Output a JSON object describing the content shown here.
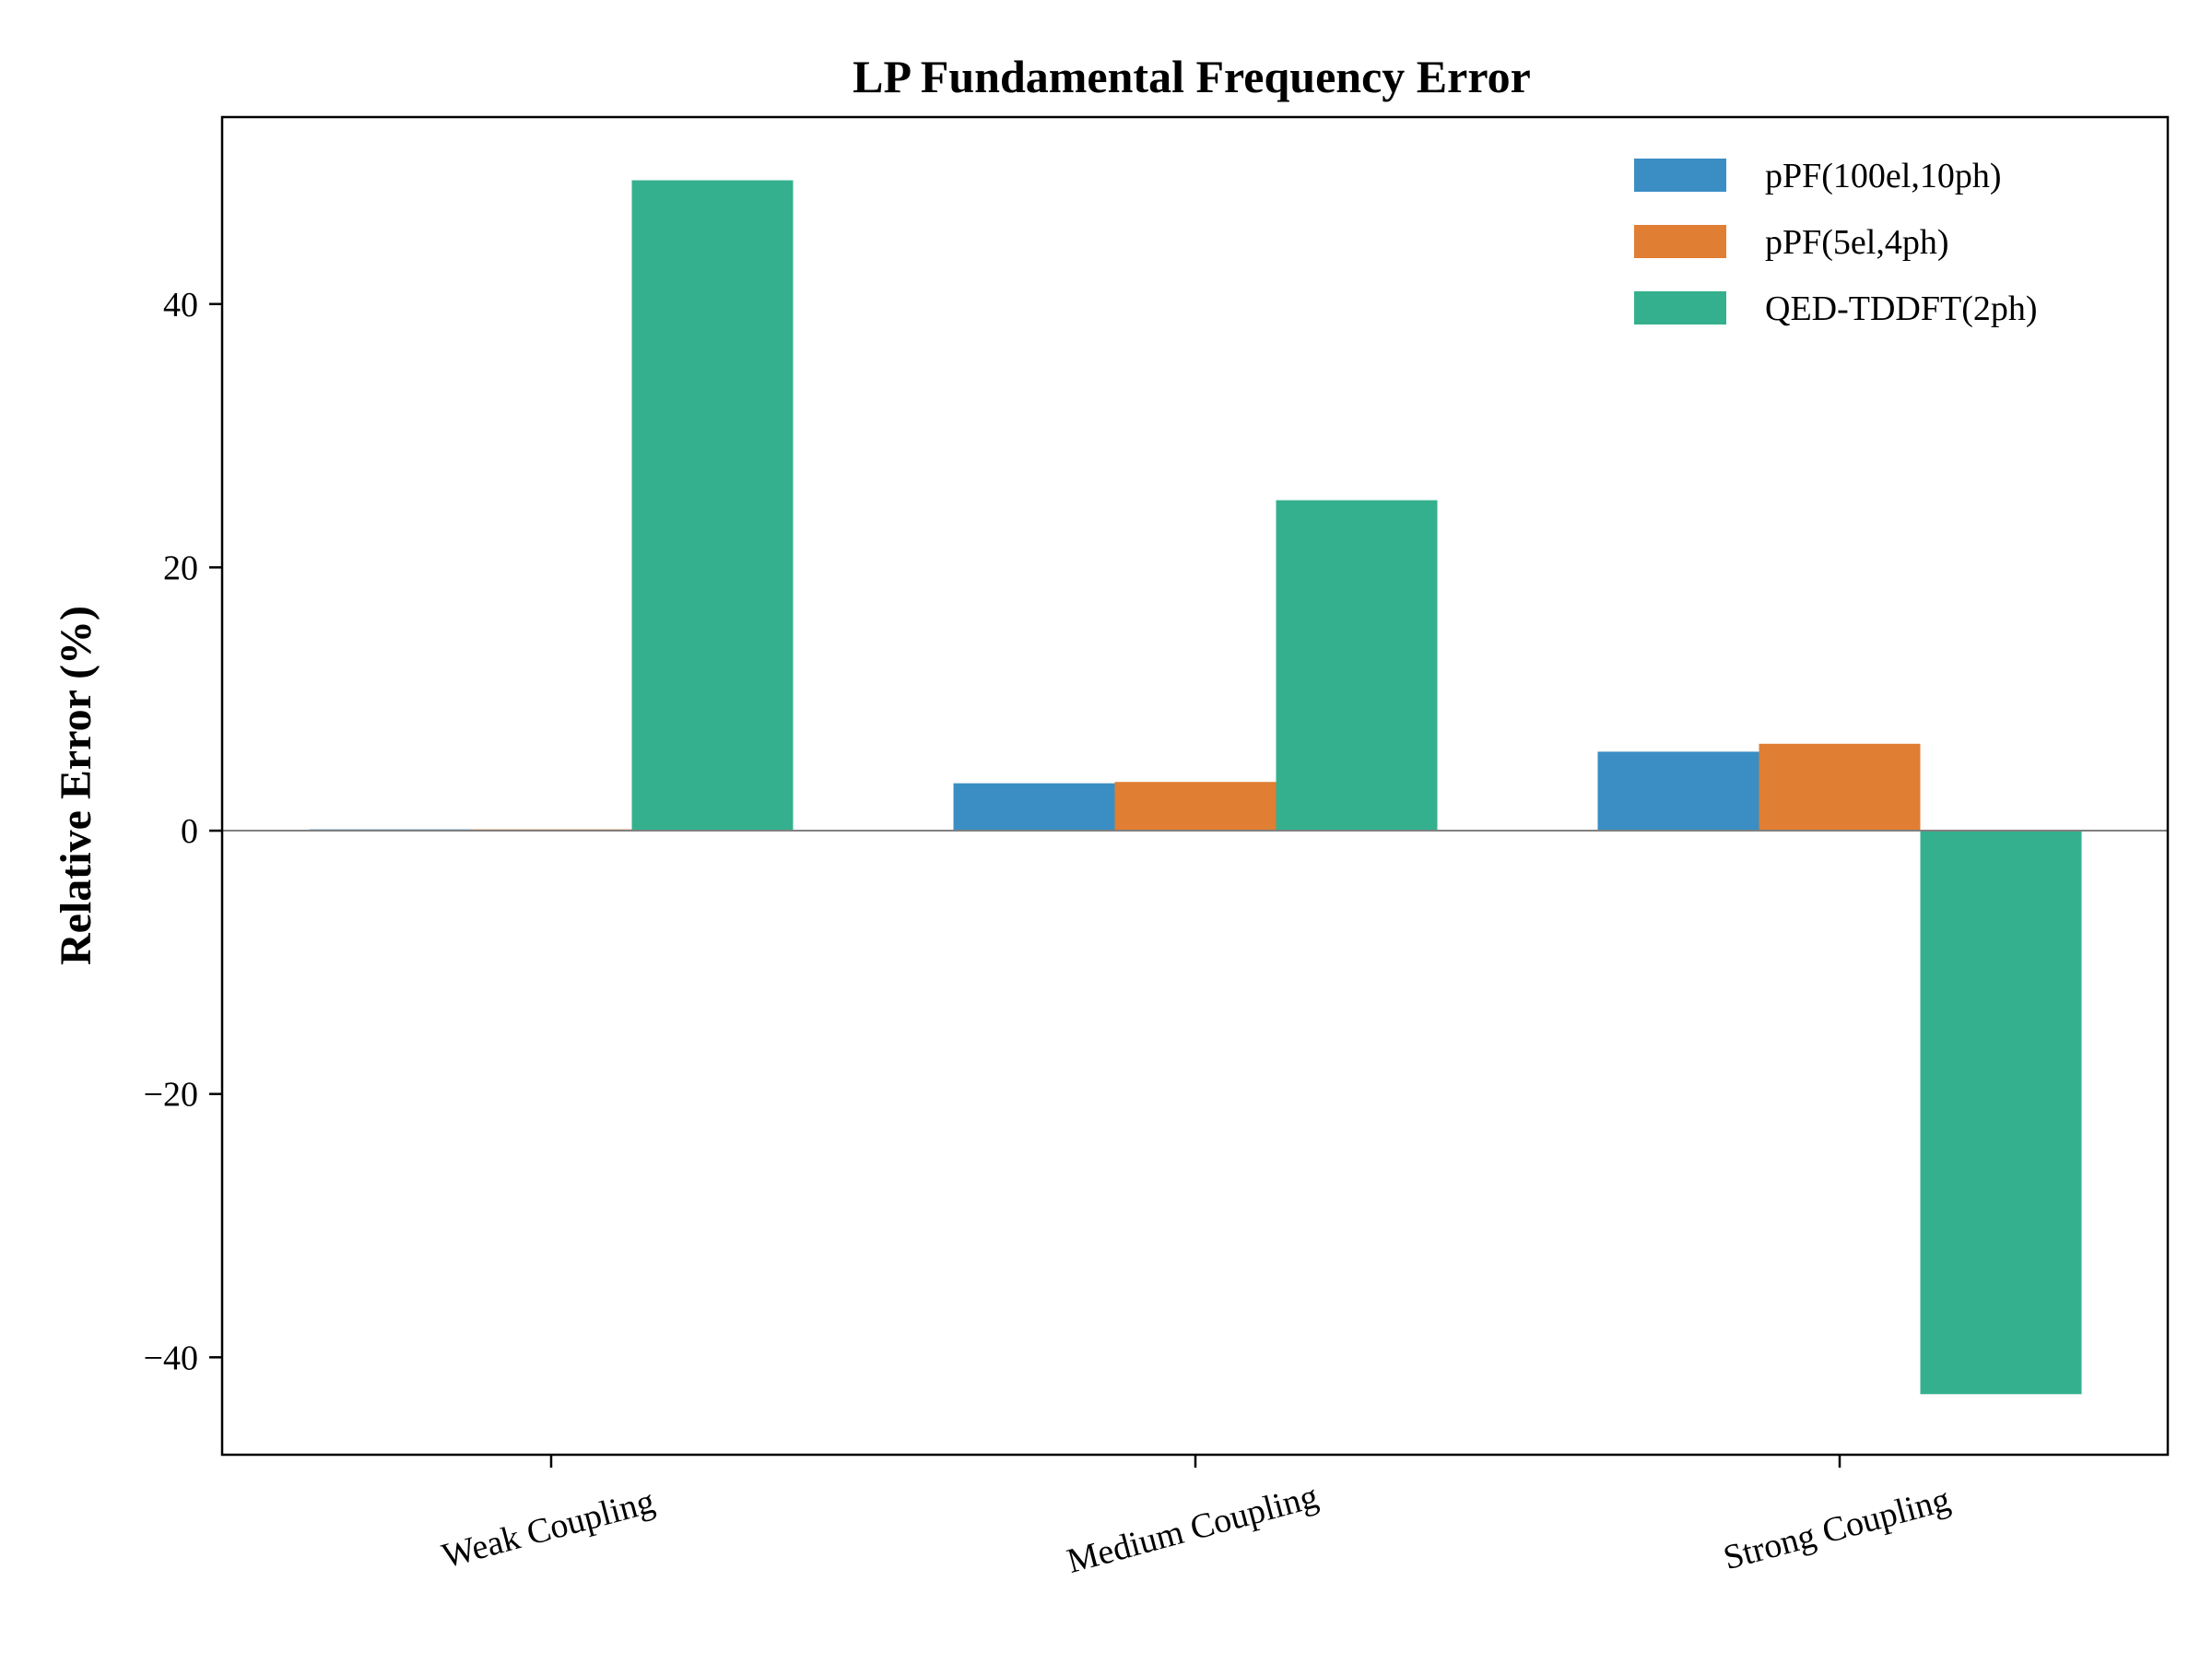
{
  "chart_data": {
    "type": "bar",
    "title": "LP Fundamental Frequency Error",
    "xlabel": "",
    "ylabel": "Relative Error (%)",
    "categories": [
      "Weak Coupling",
      "Medium Coupling",
      "Strong Coupling"
    ],
    "series": [
      {
        "name": "pPF(100el,10ph)",
        "color": "#3a8ec4",
        "values": [
          0.1,
          3.6,
          6.0
        ]
      },
      {
        "name": "pPF(5el,4ph)",
        "color": "#e07e33",
        "values": [
          0.1,
          3.7,
          6.6
        ]
      },
      {
        "name": "QED-TDDFT(2ph)",
        "color": "#35b08e",
        "values": [
          49.4,
          25.1,
          -42.8
        ]
      }
    ],
    "ylim": [
      -47.4,
      54.2
    ],
    "yticks": [
      -40,
      -20,
      0,
      20,
      40
    ],
    "ytick_labels": [
      "−40",
      "−20",
      "0",
      "20",
      "40"
    ],
    "xtick_rotation_deg": -15,
    "zero_line": true,
    "grid": false,
    "legend_position": "top-right"
  }
}
